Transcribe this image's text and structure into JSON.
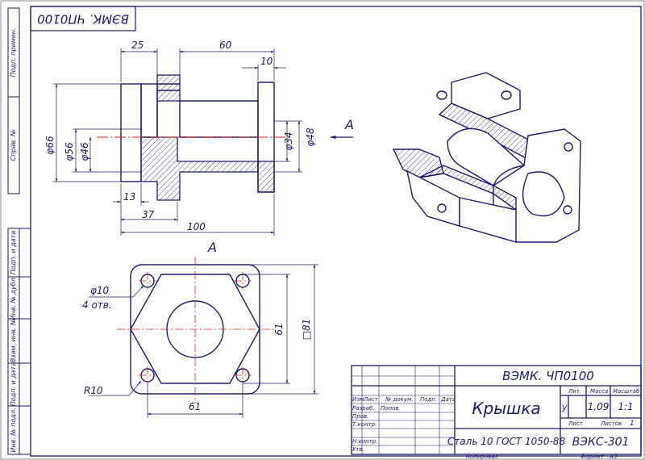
{
  "drawing": {
    "top_stamp": "ВЭМК. ЧП0100",
    "side_labels": [
      "Подп. примен.",
      "Справ. №",
      "Подп. и дата",
      "Инв. № дубл.",
      "Взам. инв. №",
      "Подп. и дата",
      "Инв. № подл."
    ],
    "view_arrow_label": "A",
    "view_title": "A",
    "dims": {
      "d25": "25",
      "d60": "60",
      "d10": "10",
      "d66": "φ66",
      "d56": "φ56",
      "d46": "φ46",
      "d34": "φ34",
      "d48": "φ48",
      "d13": "13",
      "d37": "37",
      "d100": "100",
      "hole": "φ10",
      "holes_count": "4 отв.",
      "r10": "R10",
      "h61": "61",
      "w61": "61",
      "sq81": "□81"
    }
  },
  "title_block": {
    "code_top": "ВЭМК. ЧП0100",
    "part_name": "Крышка",
    "material": "Сталь 10  ГОСТ 1050-88",
    "drawing_code": "ВЭКС-301",
    "col_izm": "Изм",
    "col_list": "Лист",
    "col_doc": "№ докум.",
    "col_sign": "Подп.",
    "col_date": "Дата",
    "row_razrab": "Разраб.",
    "razrab_name": "Попов",
    "row_prov": "Пров.",
    "row_tkontr": "Т.контр.",
    "row_nkontr": "Н.контр.",
    "row_utv": "Утв.",
    "lit_label": "Лит.",
    "mass_label": "Масса",
    "scale_label": "Масштаб",
    "lit_value": "у",
    "mass_value": "1,09",
    "scale_value": "1:1",
    "sheet_label": "Лист",
    "sheets_label": "Листов",
    "sheets_value": "1",
    "copied": "Копировал",
    "format_label": "Формат",
    "format_value": "А3"
  }
}
